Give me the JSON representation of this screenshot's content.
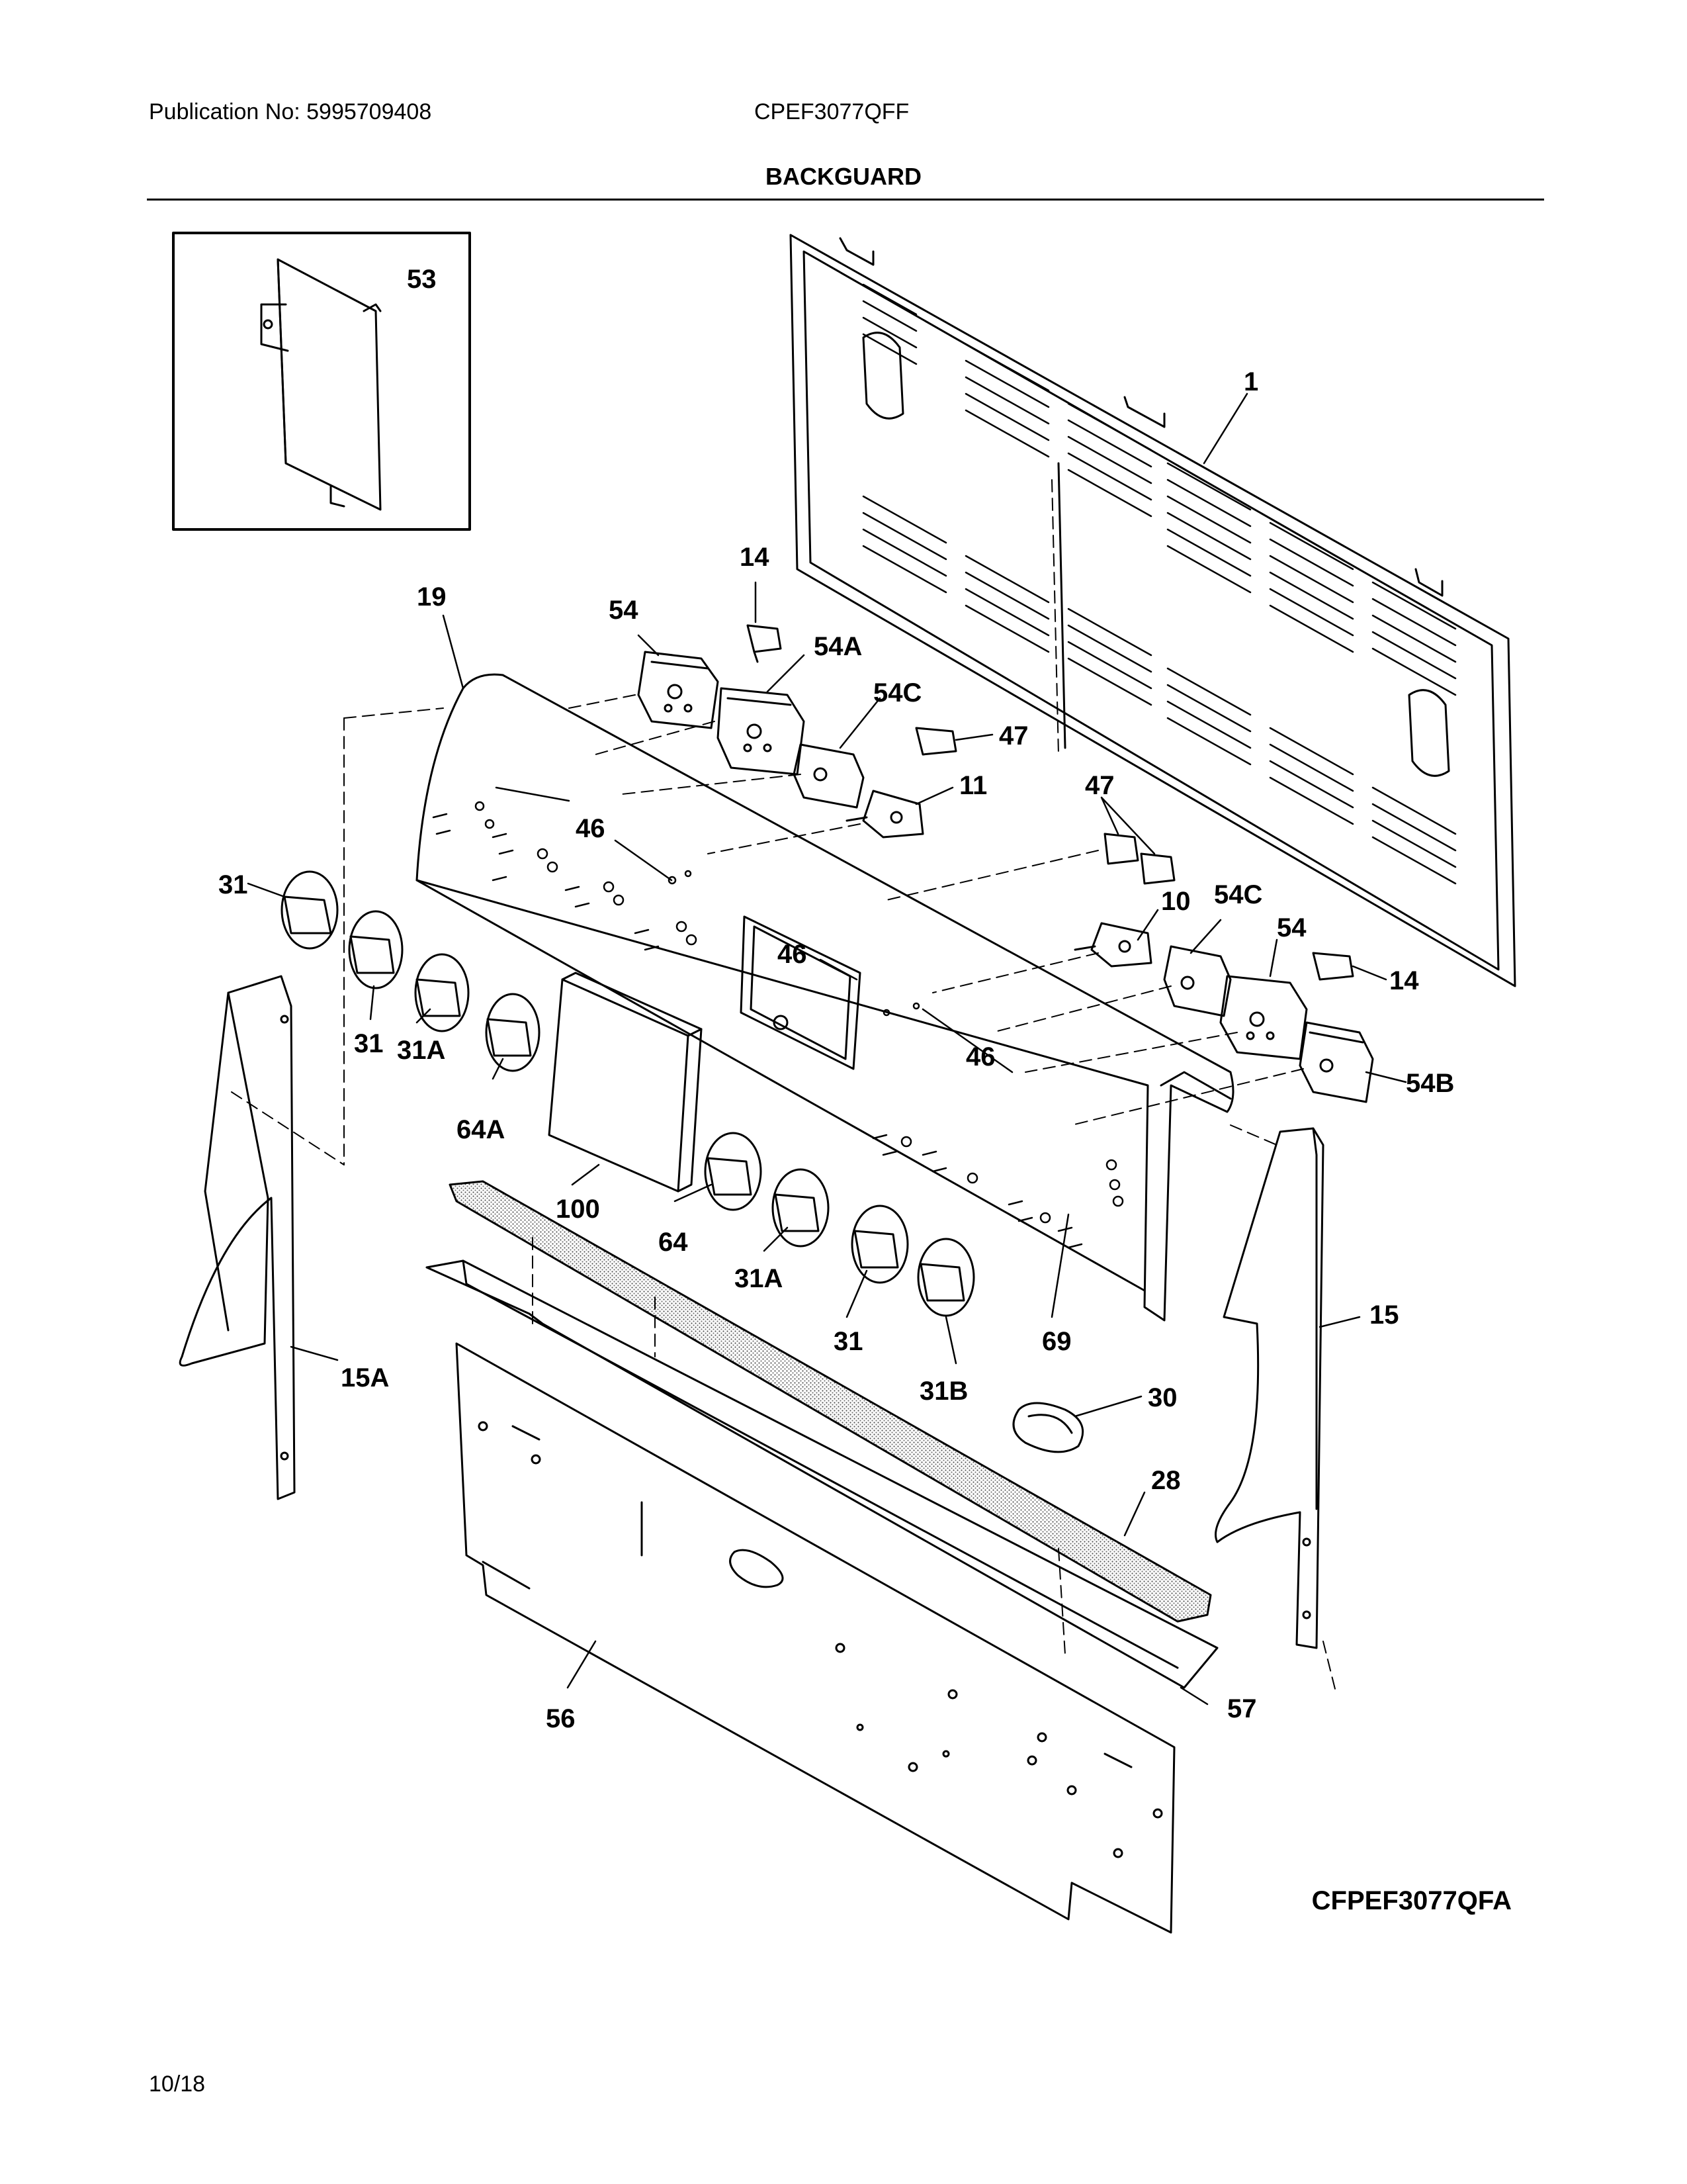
{
  "header": {
    "publication": "Publication No: 5995709408",
    "model": "CPEF3077QFF"
  },
  "section_title": "BACKGUARD",
  "figure_id": "CFPEF3077QFA",
  "page_date": "10/18",
  "callouts": [
    "53",
    "1",
    "14",
    "54",
    "54A",
    "19",
    "54C",
    "47",
    "11",
    "47",
    "46",
    "31",
    "10",
    "54C",
    "54",
    "14",
    "46",
    "46",
    "31",
    "31A",
    "64A",
    "54B",
    "100",
    "64",
    "31A",
    "31",
    "69",
    "15",
    "15A",
    "31B",
    "30",
    "28",
    "56",
    "57"
  ]
}
